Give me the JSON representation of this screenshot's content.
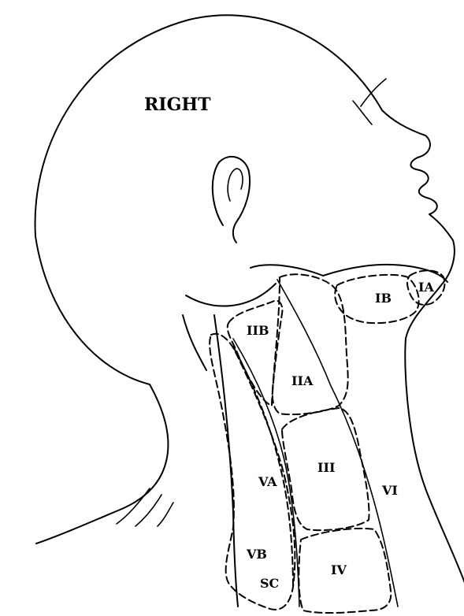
{
  "side_label": "RIGHT",
  "levels": {
    "IA": "IA",
    "IB": "IB",
    "IIA": "IIA",
    "IIB": "IIB",
    "III": "III",
    "IV": "IV",
    "VA": "VA",
    "VB": "VB",
    "VI": "VI",
    "SC": "SC"
  }
}
